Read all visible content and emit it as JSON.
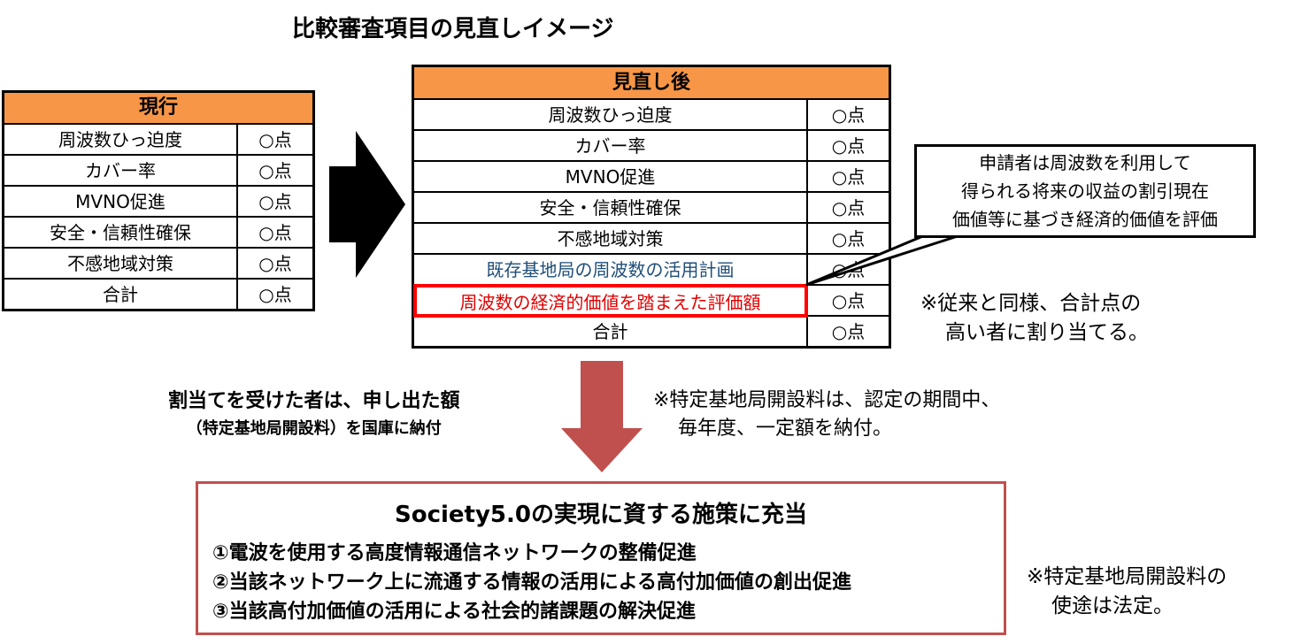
{
  "title": "比較審査項目の見直しイメージ",
  "current_table": {
    "header": "現行",
    "rows": [
      {
        "label": "周波数ひっ迫度",
        "score": "○点"
      },
      {
        "label": "カバー率",
        "score": "○点"
      },
      {
        "label": "MVNO促進",
        "score": "○点"
      },
      {
        "label": "安全・信頼性確保",
        "score": "○点"
      },
      {
        "label": "不感地域対策",
        "score": "○点"
      },
      {
        "label": "合計",
        "score": "○点"
      }
    ]
  },
  "revised_table": {
    "header": "見直し後",
    "rows": [
      {
        "label": "周波数ひっ迫度",
        "score": "○点"
      },
      {
        "label": "カバー率",
        "score": "○点"
      },
      {
        "label": "MVNO促進",
        "score": "○点"
      },
      {
        "label": "安全・信頼性確保",
        "score": "○点"
      },
      {
        "label": "不感地域対策",
        "score": "○点"
      },
      {
        "label": "既存基地局の周波数の活用計画",
        "score": "○点"
      },
      {
        "label": "周波数の経済的価値を踏まえた評価額",
        "score": "○点"
      },
      {
        "label": "合計",
        "score": "○点"
      }
    ]
  },
  "callout": {
    "lines": [
      "申請者は周波数を利用して",
      "得られる将来の収益の割引現在",
      "価値等に基づき経済的価値を評価"
    ]
  },
  "note_total": {
    "line1": "※従来と同様、合計点の",
    "line2": "高い者に割り当てる。"
  },
  "left_note": {
    "line1": "割当てを受けた者は、申し出た額",
    "line2": "（特定基地局開設料）を国庫に納付"
  },
  "note_fee": {
    "line1": "※特定基地局開設料は、認定の期間中、",
    "line2": "毎年度、一定額を納付。"
  },
  "goal": {
    "title": "Society5.0の実現に資する施策に充当",
    "items": [
      "①電波を使用する高度情報通信ネットワークの整備促進",
      "②当該ネットワーク上に流通する情報の活用による高付加価値の創出促進",
      "③当該高付加価値の活用による社会的諸課題の解決促進"
    ]
  },
  "note_usage": {
    "line1": "※特定基地局開設料の",
    "line2": "使途は法定。"
  },
  "colors": {
    "header_orange": "#f79646",
    "highlight_red": "#ff0000",
    "arrow_red": "#c0504d",
    "blue_text": "#1f4e79"
  }
}
